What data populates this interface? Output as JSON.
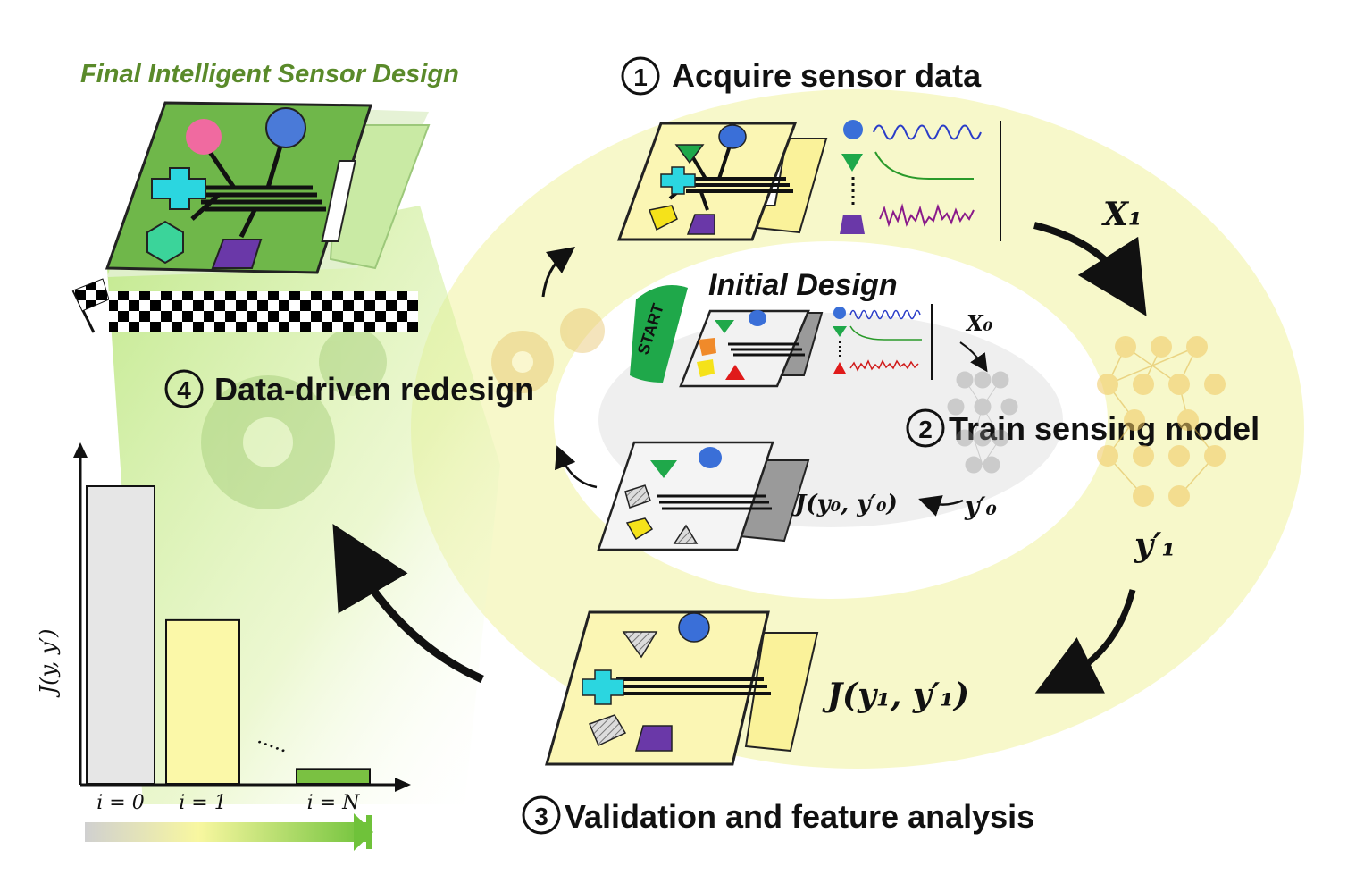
{
  "final_title": "Final Intelligent Sensor Design",
  "initial_title": "Initial Design",
  "start_label": "START",
  "steps": [
    {
      "num": "1",
      "label": "Acquire sensor data"
    },
    {
      "num": "2",
      "label": "Train sensing model"
    },
    {
      "num": "3",
      "label": "Validation and feature analysis"
    },
    {
      "num": "4",
      "label": "Data-driven redesign"
    }
  ],
  "math": {
    "x1": "X₁",
    "x0": "X₀",
    "y1_pred": "y′₁",
    "y0_pred": "y′₀",
    "j1": "J(y₁, y′₁)",
    "j0": "J(y₀, y′₀)"
  },
  "chart_data": {
    "type": "bar",
    "ylabel": "J(y, y′)",
    "categories": [
      "i = 0",
      "i = 1",
      "i = N"
    ],
    "ellipsis": "·····",
    "values": [
      1.0,
      0.55,
      0.05
    ],
    "colors": [
      "#e6e6e6",
      "#fbf8a8",
      "#7ac142"
    ]
  },
  "colors": {
    "board_final": "#6fb74a",
    "board_yellow": "#fbf6b4",
    "board_gray": "#f0f0f0",
    "glow": "#f3f5a0",
    "final_title": "#5a8a2a"
  }
}
